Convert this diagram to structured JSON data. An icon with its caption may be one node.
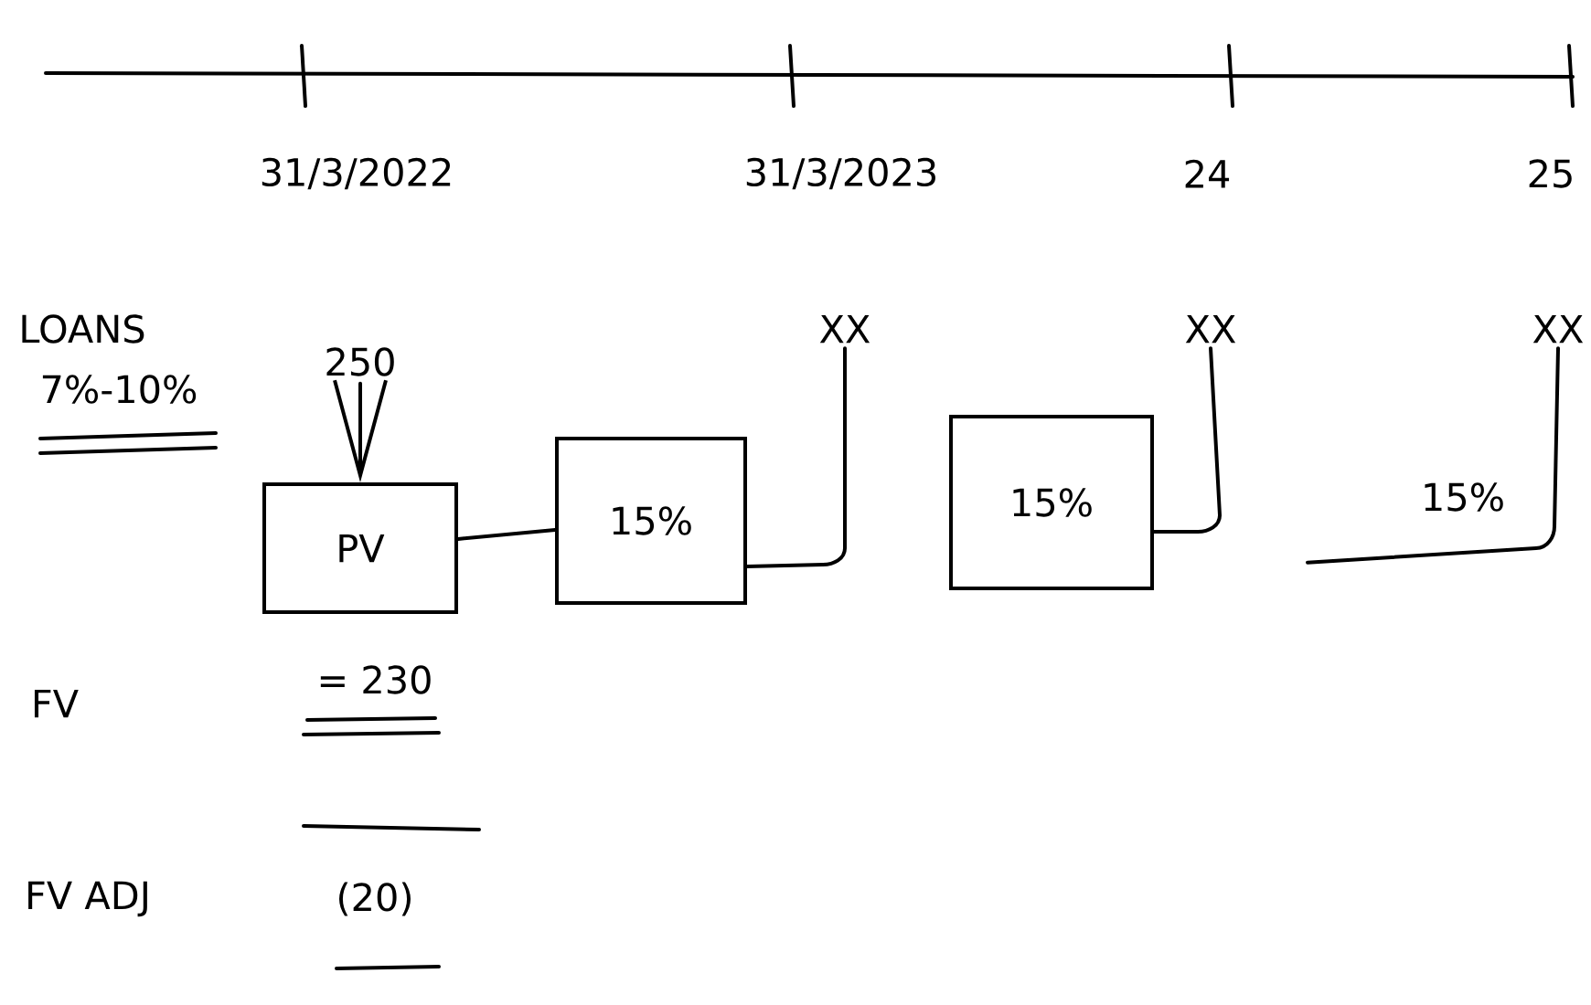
{
  "diagram": {
    "nodes": [
      {
        "text": [
          "PV"
        ]
      },
      {
        "text": [
          "15%"
        ]
      },
      {
        "text": [
          "15%"
        ]
      },
      {
        "text": [
          "15%"
        ]
      },
      {
        "text": [
          "XX"
        ]
      },
      {
        "text": [
          "XX"
        ]
      },
      {
        "text": [
          "XX"
        ]
      },
      {
        "text": [
          "250"
        ]
      }
    ],
    "edges": [
      {
        "from": 0,
        "to": 1,
        "arrow": "none"
      },
      {
        "from": 1,
        "to": 4,
        "arrow": "none"
      },
      {
        "from": 2,
        "to": 5,
        "arrow": "none"
      },
      {
        "from": 3,
        "to": 6,
        "arrow": "none"
      },
      {
        "from": 7,
        "to": 0,
        "arrow": "to"
      }
    ],
    "labels": [
      "31/3/2022",
      "31/3/2023",
      "24",
      "25",
      "LOANS",
      "7%-10%",
      "FV",
      "= 230",
      "FV ADJ",
      "(20)"
    ]
  }
}
